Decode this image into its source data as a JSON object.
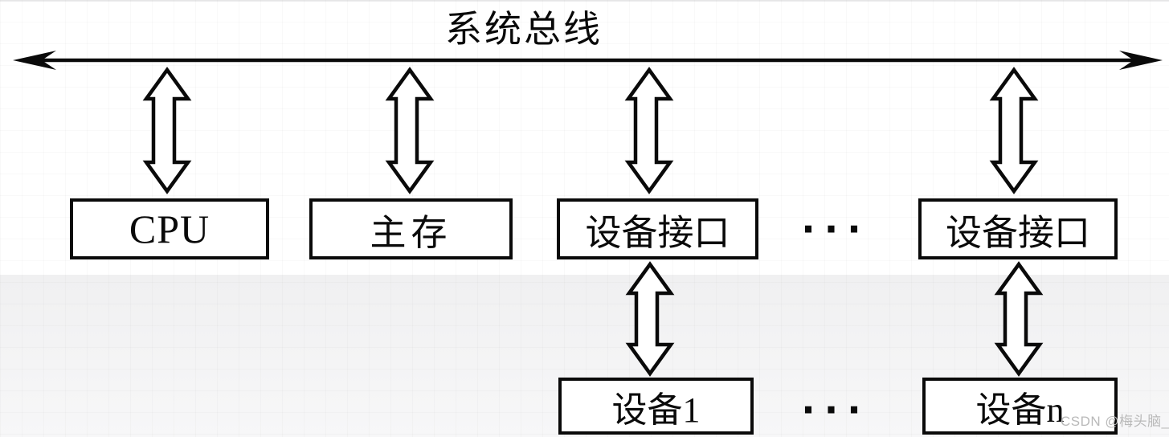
{
  "diagram": {
    "title": "系统总线",
    "top_row": [
      {
        "id": "cpu",
        "label": "CPU"
      },
      {
        "id": "main-memory",
        "label": "主存"
      },
      {
        "id": "device-interface-1",
        "label": "设备接口"
      },
      {
        "id": "device-interface-n",
        "label": "设备接口"
      }
    ],
    "bottom_row": [
      {
        "id": "device-1",
        "label": "设备1"
      },
      {
        "id": "device-n",
        "label": "设备n"
      }
    ],
    "ellipsis_top": "···",
    "ellipsis_bottom": "···",
    "colors": {
      "line": "#0a0a0a",
      "box_fill": "#ffffff",
      "background_top": "#ffffff",
      "background_bottom": "#f2f2f3",
      "watermark": "#b9b9b9"
    }
  },
  "watermark": {
    "text": "CSDN @梅头脑_"
  }
}
